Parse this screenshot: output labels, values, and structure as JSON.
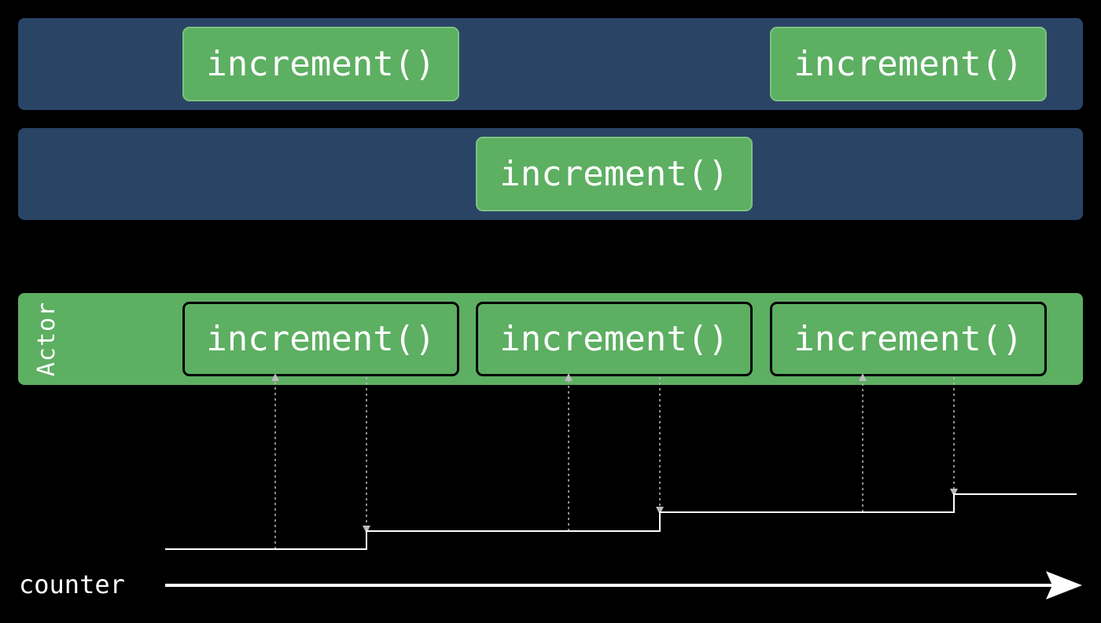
{
  "lanes": [
    {
      "calls": [
        {
          "label": "increment()"
        },
        {
          "label": "increment()"
        }
      ]
    },
    {
      "calls": [
        {
          "label": "increment()"
        }
      ]
    }
  ],
  "actor": {
    "label": "Actor",
    "calls": [
      {
        "label": "increment()"
      },
      {
        "label": "increment()"
      },
      {
        "label": "increment()"
      }
    ]
  },
  "timeline": {
    "label": "counter",
    "steps": 3
  },
  "colors": {
    "background": "#000000",
    "task_lane": "#2a4466",
    "actor_lane": "#5daf62",
    "call_box": "#5daf62",
    "text": "#ffffff",
    "connector": "#bbbbbb",
    "counter_line": "#ffffff"
  }
}
